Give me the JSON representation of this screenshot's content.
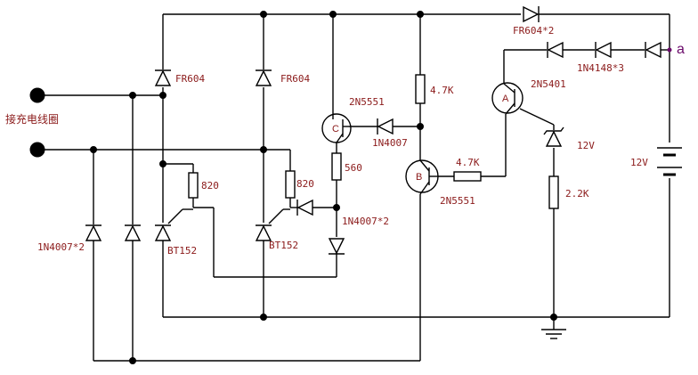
{
  "input": {
    "label": "接充电线圈"
  },
  "node_a": "a",
  "diodes": {
    "d_fr604_left": "FR604",
    "d_fr604_right": "FR604",
    "d_fr604x2_top": "FR604*2",
    "d_1n4148x3": "1N4148*3",
    "d_1n4007_mid": "1N4007",
    "d_1n4007x2_right": "1N4007*2",
    "d_1n4007x2_left": "1N4007*2"
  },
  "resistors": {
    "r1": "820",
    "r2": "820",
    "r3": "560",
    "r4": "4.7K",
    "r5": "4.7K",
    "r6": "2.2K"
  },
  "transistors": {
    "tC": {
      "letter": "C",
      "part": "2N5551"
    },
    "tB": {
      "letter": "B",
      "part": "2N5551"
    },
    "tA": {
      "letter": "A",
      "part": "2N5401"
    }
  },
  "scrs": {
    "s1": "BT152",
    "s2": "BT152"
  },
  "zener": "12V",
  "battery": "12V"
}
